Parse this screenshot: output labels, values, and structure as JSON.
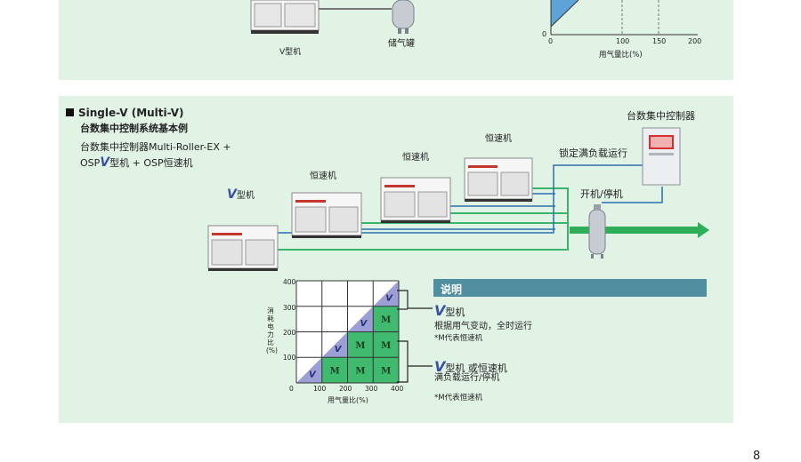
{
  "top": {
    "v_machine_label": "V型机",
    "tank_label": "储气罐",
    "chart": {
      "y_zero": "0",
      "x_ticks": [
        "0",
        "100",
        "150",
        "200"
      ],
      "xlabel": "用气量比(%)"
    }
  },
  "system": {
    "title": "Single-V (Multi-V)",
    "subtitle": "台数集中控制系统基本例",
    "desc_line1": "台数集中控制器Multi-Roller-EX +",
    "desc_line2_pre": "OSP",
    "desc_line2_v": "V",
    "desc_line2_post": "型机 + OSP恒速机",
    "controller_label": "台数集中控制器",
    "full_load_label": "锁定满负载运行",
    "onoff_label": "开机/停机",
    "fixed_speed_label": "恒速机",
    "v_label_v": "V",
    "v_label_text": "型机",
    "colors": {
      "pipe_green": "#3cb36a",
      "signal_blue": "#2a6fb0",
      "arrow_green": "#2fae5a"
    }
  },
  "chart_data": {
    "type": "heatmap",
    "title": "",
    "xlabel": "用气量比(%)",
    "ylabel": "消耗电力比(%)",
    "xlim": [
      0,
      400
    ],
    "ylim": [
      0,
      400
    ],
    "x_ticks": [
      "0",
      "100",
      "200",
      "300",
      "400"
    ],
    "y_ticks": [
      "100",
      "200",
      "300",
      "400"
    ],
    "cells": [
      {
        "col": 0,
        "row": 0,
        "fill": "V"
      },
      {
        "col": 1,
        "row": 0,
        "fill": "M"
      },
      {
        "col": 2,
        "row": 0,
        "fill": "M"
      },
      {
        "col": 3,
        "row": 0,
        "fill": "M"
      },
      {
        "col": 1,
        "row": 1,
        "fill": "V"
      },
      {
        "col": 2,
        "row": 1,
        "fill": "M"
      },
      {
        "col": 3,
        "row": 1,
        "fill": "M"
      },
      {
        "col": 2,
        "row": 2,
        "fill": "V"
      },
      {
        "col": 3,
        "row": 2,
        "fill": "M"
      },
      {
        "col": 3,
        "row": 3,
        "fill": "V"
      }
    ],
    "colors": {
      "v_fill": "#9b9fd6",
      "m_fill": "#3fba6e",
      "grid": "#333333"
    }
  },
  "legend": {
    "title": "说明",
    "item1_v": "V",
    "item1_label": "型机",
    "item1_desc": "根据用气变动，全时运行",
    "item1_note": "*M代表恒速机",
    "item2_v": "V",
    "item2_label": "型机 或恒速机",
    "item2_desc": "满负载运行/停机",
    "item2_note": "*M代表恒速机"
  },
  "page_number": "8"
}
